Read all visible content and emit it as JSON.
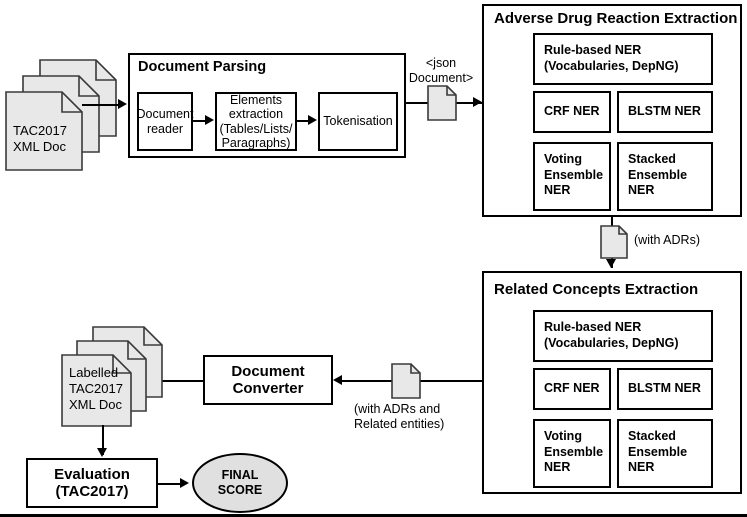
{
  "diagram": {
    "title": "ADR extraction pipeline",
    "colors": {
      "doc_fill": "#e8e8e8",
      "doc_stroke": "#3a3a3a",
      "ellipse_fill": "#e0e0e0",
      "stroke": "#000000",
      "background": "#ffffff"
    }
  },
  "input_docs": {
    "name": "input-document-stack",
    "label": "TAC2017\nXML Doc"
  },
  "document_parsing": {
    "title": "Document Parsing",
    "steps": [
      {
        "label": "Document\nreader"
      },
      {
        "label": "Elements\nextraction\n(Tables/Lists/\nParagraphs)"
      },
      {
        "label": "Tokenisation"
      }
    ]
  },
  "json_doc": {
    "label": "<json\nDocument>",
    "icon": "document-icon"
  },
  "adr_extraction": {
    "title": "Adverse Drug Reaction Extraction",
    "modules": [
      {
        "label": "Rule-based NER\n(Vocabularies, DepNG)"
      },
      {
        "label": "CRF NER"
      },
      {
        "label": "BLSTM NER"
      },
      {
        "label": "Voting\nEnsemble\nNER"
      },
      {
        "label": "Stacked\nEnsemble\nNER"
      }
    ]
  },
  "adr_link": {
    "label": "(with ADRs)",
    "icon": "document-icon"
  },
  "related_concepts": {
    "title": "Related Concepts Extraction",
    "modules": [
      {
        "label": "Rule-based NER\n(Vocabularies, DepNG)"
      },
      {
        "label": "CRF NER"
      },
      {
        "label": "BLSTM NER"
      },
      {
        "label": "Voting\nEnsemble\nNER"
      },
      {
        "label": "Stacked\nEnsemble\nNER"
      }
    ]
  },
  "related_link": {
    "label": "(with ADRs and\nRelated entities)",
    "icon": "document-icon"
  },
  "document_converter": {
    "label": "Document\nConverter"
  },
  "labelled_docs": {
    "name": "labelled-document-stack",
    "label": "Labelled\nTAC2017\nXML Doc"
  },
  "evaluation": {
    "label": "Evaluation\n(TAC2017)"
  },
  "final_score": {
    "label": "FINAL\nSCORE"
  }
}
